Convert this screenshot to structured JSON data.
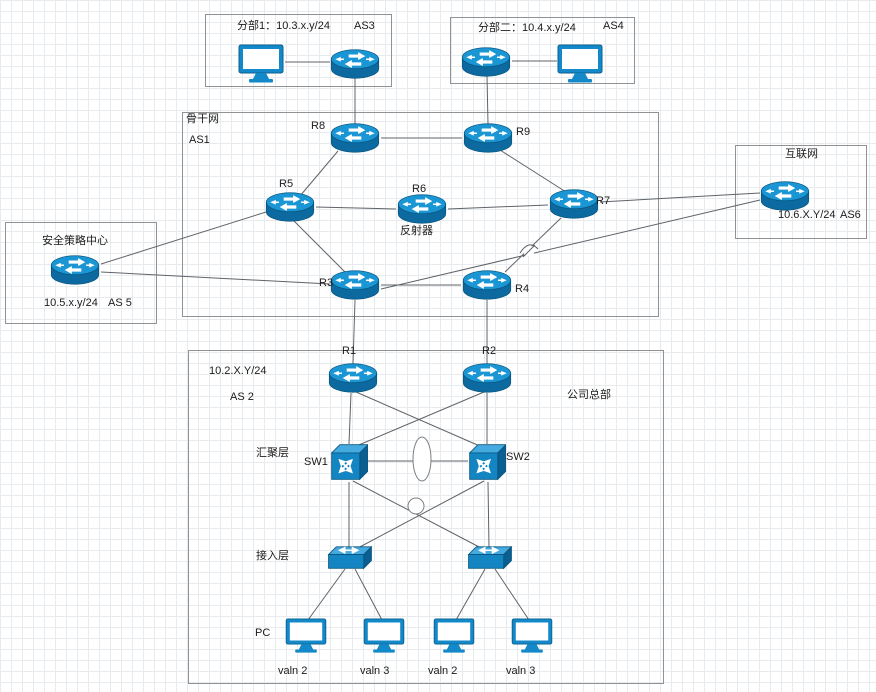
{
  "groups": {
    "branch1": {
      "title": "分部1：10.3.x.y/24",
      "as": "AS3"
    },
    "branch2": {
      "title": "分部二：10.4.x.y/24",
      "as": "AS4"
    },
    "backbone": {
      "title": "骨干网",
      "as": "AS1"
    },
    "internet": {
      "title": "互联网",
      "subnet": "10.6.X.Y/24",
      "as": "AS6"
    },
    "security": {
      "title": "安全策略中心",
      "subnet": "10.5.x.y/24",
      "as": "AS 5"
    },
    "hq": {
      "title": "公司总部",
      "subnet": "10.2.X.Y/24",
      "as": "AS 2",
      "aggregation_layer": "汇聚层",
      "access_layer": "接入层",
      "pc": "PC"
    }
  },
  "nodes": {
    "r1": "R1",
    "r2": "R2",
    "r3": "R3",
    "r4": "R4",
    "r5": "R5",
    "r6": "R6",
    "r6_role": "反射器",
    "r7": "R7",
    "r8": "R8",
    "r9": "R9",
    "sw1": "SW1",
    "sw2": "SW2"
  },
  "vlans": [
    "valn 2",
    "valn 3",
    "valn 2",
    "valn 3"
  ],
  "colors": {
    "icon_primary": "#1385c2",
    "icon_light": "#45aadf",
    "icon_dark": "#0a5e90",
    "line": "#5f6368",
    "box_border": "#8f9396"
  }
}
